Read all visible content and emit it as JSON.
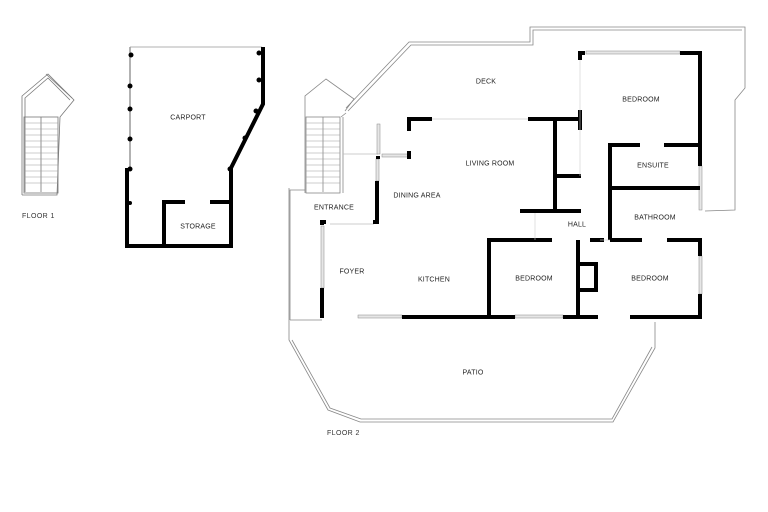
{
  "plan": {
    "floors": [
      {
        "label": "FLOOR 1",
        "rooms": [
          {
            "name": "CARPORT"
          },
          {
            "name": "STORAGE"
          }
        ]
      },
      {
        "label": "FLOOR 2",
        "rooms": [
          {
            "name": "DECK"
          },
          {
            "name": "BEDROOM"
          },
          {
            "name": "LIVING ROOM"
          },
          {
            "name": "ENSUITE"
          },
          {
            "name": "DINING AREA"
          },
          {
            "name": "ENTRANCE"
          },
          {
            "name": "HALL"
          },
          {
            "name": "BATHROOM"
          },
          {
            "name": "FOYER"
          },
          {
            "name": "KITCHEN"
          },
          {
            "name": "BEDROOM"
          },
          {
            "name": "BEDROOM"
          },
          {
            "name": "PATIO"
          }
        ]
      }
    ],
    "colors": {
      "wall": "#000000",
      "outline": "#888888",
      "window": "#d9d9d9",
      "background": "#ffffff"
    }
  }
}
